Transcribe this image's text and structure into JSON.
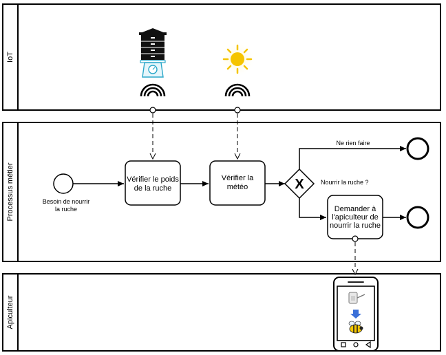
{
  "lanes": [
    {
      "id": "iot",
      "label": "IoT"
    },
    {
      "id": "process",
      "label": "Processus métier"
    },
    {
      "id": "beekeeper",
      "label": "Apiculteur"
    }
  ],
  "start_event": {
    "label_line1": "Besoin de nourrir",
    "label_line2": "la ruche"
  },
  "tasks": [
    {
      "id": "check_weight",
      "line1": "Vérifier le poids",
      "line2": "de la ruche"
    },
    {
      "id": "check_weather",
      "line1": "Vérifier la",
      "line2": "météo"
    },
    {
      "id": "ask_beekeeper",
      "line1": "Demander à",
      "line2": "l'apiculteur de",
      "line3": "nourrir la ruche"
    }
  ],
  "gateway": {
    "symbol": "X",
    "label": "Nourrir la ruche ?"
  },
  "flows": {
    "do_nothing": "Ne rien faire"
  },
  "icons": {
    "hive": "beehive-on-scale-icon",
    "sun": "sun-icon",
    "signal": "wireless-signal-icon",
    "phone": "smartphone-icon",
    "arrow_down": "blue-arrow-down-icon",
    "bee": "bee-icon",
    "feeder": "feeder-icon"
  },
  "colors": {
    "stroke": "#000000",
    "sun": "#f5c400",
    "sun_glow": "#fff3b0",
    "scale": "#2aa7c9",
    "arrow_blue": "#3a6fd8"
  }
}
